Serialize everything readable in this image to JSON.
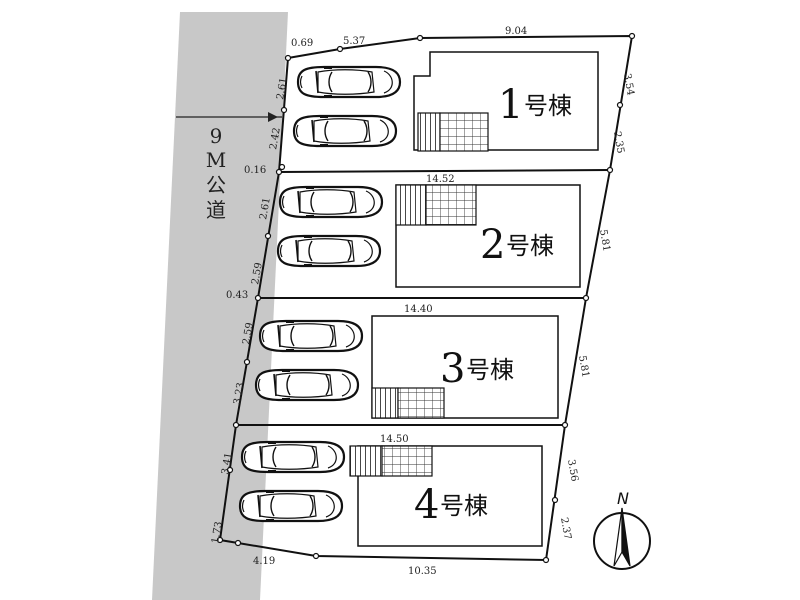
{
  "road": {
    "label": "9M公道",
    "chars": [
      "9",
      "M",
      "公",
      "道"
    ]
  },
  "north": {
    "label": "N"
  },
  "buildings": [
    {
      "num": "1",
      "suffix": "号棟"
    },
    {
      "num": "2",
      "suffix": "号棟"
    },
    {
      "num": "3",
      "suffix": "号棟"
    },
    {
      "num": "4",
      "suffix": "号棟"
    }
  ],
  "dimensions": {
    "top_a": "0.69",
    "top_b": "5.37",
    "top_c": "9.04",
    "right_1a": "3.54",
    "right_1b": "2.35",
    "left_1a": "2.61",
    "left_1b": "2.42",
    "gap_1": "0.16",
    "width_2": "14.52",
    "left_2a": "2.61",
    "left_2b": "2.59",
    "right_2": "5.81",
    "gap_2": "0.43",
    "width_3": "14.40",
    "left_3a": "2.59",
    "left_3b": "3.23",
    "right_3": "5.81",
    "width_4": "14.50",
    "left_4a": "3.41",
    "left_4b": "1.73",
    "right_4a": "3.56",
    "right_4b": "2.37",
    "bottom_a": "4.19",
    "bottom_b": "10.35"
  }
}
